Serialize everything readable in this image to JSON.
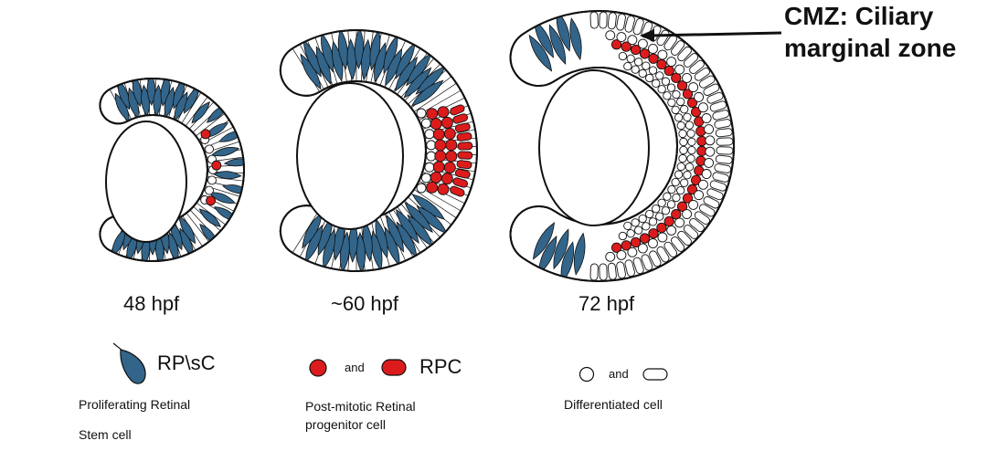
{
  "colors": {
    "stem_cell": "#33658a",
    "progenitor": "#dc1c1c",
    "differentiated": "#ffffff",
    "outline": "#111111"
  },
  "stages": [
    {
      "label": "48 hpf"
    },
    {
      "label": "~60 hpf"
    },
    {
      "label": "72 hpf"
    }
  ],
  "callout": {
    "line1": "CMZ: Ciliary",
    "line2": "marginal zone"
  },
  "legend": {
    "stem": {
      "symbol": "RP\\sC",
      "desc1": "Proliferating Retinal",
      "desc2": "Stem cell"
    },
    "progenitor": {
      "and": "and",
      "symbol": "RPC",
      "desc1": "Post-mitotic Retinal",
      "desc2": "progenitor cell"
    },
    "differentiated": {
      "and": "and",
      "desc1": "Differentiated cell"
    }
  }
}
